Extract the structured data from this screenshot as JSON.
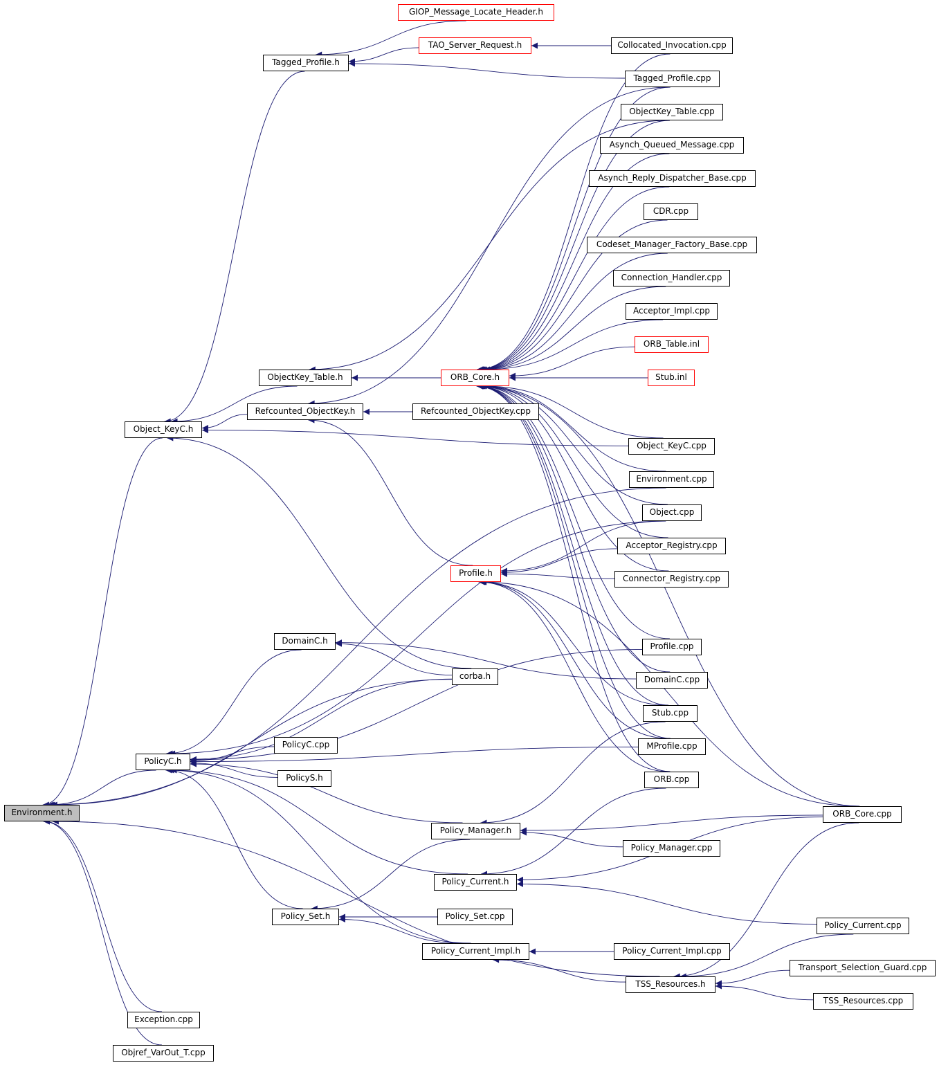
{
  "colors": {
    "edge": "#191970",
    "node_border": "#000000",
    "incomplete_border": "#ff0000",
    "root_fill": "#bfbfbf"
  },
  "nodes": [
    {
      "id": "environment_h",
      "label": "Environment.h",
      "style": "root"
    },
    {
      "id": "object_keyc_h",
      "label": "Object_KeyC.h",
      "style": "normal"
    },
    {
      "id": "tagged_profile_h",
      "label": "Tagged_Profile.h",
      "style": "normal"
    },
    {
      "id": "giop_message_locate_header_h",
      "label": "GIOP_Message_Locate_Header.h",
      "style": "incomplete"
    },
    {
      "id": "tao_server_request_h",
      "label": "TAO_Server_Request.h",
      "style": "incomplete"
    },
    {
      "id": "collocated_invocation_cpp",
      "label": "Collocated_Invocation.cpp",
      "style": "normal"
    },
    {
      "id": "tagged_profile_cpp",
      "label": "Tagged_Profile.cpp",
      "style": "normal"
    },
    {
      "id": "objectkey_table_cpp",
      "label": "ObjectKey_Table.cpp",
      "style": "normal"
    },
    {
      "id": "asynch_queued_message_cpp",
      "label": "Asynch_Queued_Message.cpp",
      "style": "normal"
    },
    {
      "id": "asynch_reply_dispatcher_base_cpp",
      "label": "Asynch_Reply_Dispatcher_Base.cpp",
      "style": "normal"
    },
    {
      "id": "cdr_cpp",
      "label": "CDR.cpp",
      "style": "normal"
    },
    {
      "id": "codeset_manager_factory_base_cpp",
      "label": "Codeset_Manager_Factory_Base.cpp",
      "style": "normal"
    },
    {
      "id": "connection_handler_cpp",
      "label": "Connection_Handler.cpp",
      "style": "normal"
    },
    {
      "id": "acceptor_impl_cpp",
      "label": "Acceptor_Impl.cpp",
      "style": "normal"
    },
    {
      "id": "orb_table_inl",
      "label": "ORB_Table.inl",
      "style": "incomplete"
    },
    {
      "id": "objectkey_table_h",
      "label": "ObjectKey_Table.h",
      "style": "normal"
    },
    {
      "id": "orb_core_h",
      "label": "ORB_Core.h",
      "style": "incomplete"
    },
    {
      "id": "stub_inl",
      "label": "Stub.inl",
      "style": "incomplete"
    },
    {
      "id": "refcounted_objectkey_h",
      "label": "Refcounted_ObjectKey.h",
      "style": "normal"
    },
    {
      "id": "refcounted_objectkey_cpp",
      "label": "Refcounted_ObjectKey.cpp",
      "style": "normal"
    },
    {
      "id": "object_keyc_cpp",
      "label": "Object_KeyC.cpp",
      "style": "normal"
    },
    {
      "id": "environment_cpp",
      "label": "Environment.cpp",
      "style": "normal"
    },
    {
      "id": "object_cpp",
      "label": "Object.cpp",
      "style": "normal"
    },
    {
      "id": "acceptor_registry_cpp",
      "label": "Acceptor_Registry.cpp",
      "style": "normal"
    },
    {
      "id": "profile_h",
      "label": "Profile.h",
      "style": "incomplete"
    },
    {
      "id": "connector_registry_cpp",
      "label": "Connector_Registry.cpp",
      "style": "normal"
    },
    {
      "id": "domainc_h",
      "label": "DomainC.h",
      "style": "normal"
    },
    {
      "id": "profile_cpp",
      "label": "Profile.cpp",
      "style": "normal"
    },
    {
      "id": "corba_h",
      "label": "corba.h",
      "style": "normal"
    },
    {
      "id": "domainc_cpp",
      "label": "DomainC.cpp",
      "style": "normal"
    },
    {
      "id": "stub_cpp",
      "label": "Stub.cpp",
      "style": "normal"
    },
    {
      "id": "policyc_cpp",
      "label": "PolicyC.cpp",
      "style": "normal"
    },
    {
      "id": "mprofile_cpp",
      "label": "MProfile.cpp",
      "style": "normal"
    },
    {
      "id": "policyc_h",
      "label": "PolicyC.h",
      "style": "normal"
    },
    {
      "id": "policys_h",
      "label": "PolicyS.h",
      "style": "normal"
    },
    {
      "id": "orb_cpp",
      "label": "ORB.cpp",
      "style": "normal"
    },
    {
      "id": "orb_core_cpp",
      "label": "ORB_Core.cpp",
      "style": "normal"
    },
    {
      "id": "policy_manager_h",
      "label": "Policy_Manager.h",
      "style": "normal"
    },
    {
      "id": "policy_manager_cpp",
      "label": "Policy_Manager.cpp",
      "style": "normal"
    },
    {
      "id": "policy_current_h",
      "label": "Policy_Current.h",
      "style": "normal"
    },
    {
      "id": "policy_set_h",
      "label": "Policy_Set.h",
      "style": "normal"
    },
    {
      "id": "policy_set_cpp",
      "label": "Policy_Set.cpp",
      "style": "normal"
    },
    {
      "id": "policy_current_cpp",
      "label": "Policy_Current.cpp",
      "style": "normal"
    },
    {
      "id": "policy_current_impl_h",
      "label": "Policy_Current_Impl.h",
      "style": "normal"
    },
    {
      "id": "policy_current_impl_cpp",
      "label": "Policy_Current_Impl.cpp",
      "style": "normal"
    },
    {
      "id": "transport_selection_guard_cpp",
      "label": "Transport_Selection_Guard.cpp",
      "style": "normal"
    },
    {
      "id": "tss_resources_h",
      "label": "TSS_Resources.h",
      "style": "normal"
    },
    {
      "id": "tss_resources_cpp",
      "label": "TSS_Resources.cpp",
      "style": "normal"
    },
    {
      "id": "exception_cpp",
      "label": "Exception.cpp",
      "style": "normal"
    },
    {
      "id": "objref_varout_t_cpp",
      "label": "Objref_VarOut_T.cpp",
      "style": "normal"
    }
  ],
  "edges": [
    [
      "object_keyc_h",
      "environment_h"
    ],
    [
      "policyc_h",
      "environment_h"
    ],
    [
      "corba_h",
      "environment_h"
    ],
    [
      "environment_cpp",
      "environment_h"
    ],
    [
      "tss_resources_h",
      "environment_h"
    ],
    [
      "exception_cpp",
      "environment_h"
    ],
    [
      "objref_varout_t_cpp",
      "environment_h"
    ],
    [
      "tagged_profile_h",
      "object_keyc_h"
    ],
    [
      "objectkey_table_h",
      "object_keyc_h"
    ],
    [
      "refcounted_objectkey_h",
      "object_keyc_h"
    ],
    [
      "object_keyc_cpp",
      "object_keyc_h"
    ],
    [
      "corba_h",
      "object_keyc_h"
    ],
    [
      "giop_message_locate_header_h",
      "tagged_profile_h"
    ],
    [
      "tao_server_request_h",
      "tagged_profile_h"
    ],
    [
      "tagged_profile_cpp",
      "tagged_profile_h"
    ],
    [
      "collocated_invocation_cpp",
      "tao_server_request_h"
    ],
    [
      "objectkey_table_cpp",
      "objectkey_table_h"
    ],
    [
      "orb_core_h",
      "objectkey_table_h"
    ],
    [
      "refcounted_objectkey_cpp",
      "refcounted_objectkey_h"
    ],
    [
      "tagged_profile_cpp",
      "refcounted_objectkey_h"
    ],
    [
      "profile_h",
      "refcounted_objectkey_h"
    ],
    [
      "collocated_invocation_cpp",
      "orb_core_h"
    ],
    [
      "tagged_profile_cpp",
      "orb_core_h"
    ],
    [
      "objectkey_table_cpp",
      "orb_core_h"
    ],
    [
      "asynch_queued_message_cpp",
      "orb_core_h"
    ],
    [
      "asynch_reply_dispatcher_base_cpp",
      "orb_core_h"
    ],
    [
      "cdr_cpp",
      "orb_core_h"
    ],
    [
      "codeset_manager_factory_base_cpp",
      "orb_core_h"
    ],
    [
      "connection_handler_cpp",
      "orb_core_h"
    ],
    [
      "acceptor_impl_cpp",
      "orb_core_h"
    ],
    [
      "orb_table_inl",
      "orb_core_h"
    ],
    [
      "stub_inl",
      "orb_core_h"
    ],
    [
      "object_keyc_cpp",
      "orb_core_h"
    ],
    [
      "environment_cpp",
      "orb_core_h"
    ],
    [
      "object_cpp",
      "orb_core_h"
    ],
    [
      "acceptor_registry_cpp",
      "orb_core_h"
    ],
    [
      "connector_registry_cpp",
      "orb_core_h"
    ],
    [
      "profile_cpp",
      "orb_core_h"
    ],
    [
      "domainc_cpp",
      "orb_core_h"
    ],
    [
      "stub_cpp",
      "orb_core_h"
    ],
    [
      "mprofile_cpp",
      "orb_core_h"
    ],
    [
      "orb_cpp",
      "orb_core_h"
    ],
    [
      "orb_core_cpp",
      "orb_core_h"
    ],
    [
      "acceptor_registry_cpp",
      "profile_h"
    ],
    [
      "connector_registry_cpp",
      "profile_h"
    ],
    [
      "object_cpp",
      "profile_h"
    ],
    [
      "orb_core_cpp",
      "profile_h"
    ],
    [
      "stub_cpp",
      "profile_h"
    ],
    [
      "mprofile_cpp",
      "profile_h"
    ],
    [
      "orb_cpp",
      "profile_h"
    ],
    [
      "corba_h",
      "domainc_h"
    ],
    [
      "domainc_cpp",
      "domainc_h"
    ],
    [
      "domainc_h",
      "policyc_h"
    ],
    [
      "corba_h",
      "policyc_h"
    ],
    [
      "profile_cpp",
      "policyc_h"
    ],
    [
      "object_cpp",
      "policyc_h"
    ],
    [
      "mprofile_cpp",
      "policyc_h"
    ],
    [
      "policyc_cpp",
      "policyc_h"
    ],
    [
      "policys_h",
      "policyc_h"
    ],
    [
      "policy_manager_h",
      "policyc_h"
    ],
    [
      "policy_current_h",
      "policyc_h"
    ],
    [
      "policy_set_h",
      "policyc_h"
    ],
    [
      "policy_current_impl_h",
      "policyc_h"
    ],
    [
      "stub_cpp",
      "policy_manager_h"
    ],
    [
      "orb_core_cpp",
      "policy_manager_h"
    ],
    [
      "policy_manager_cpp",
      "policy_manager_h"
    ],
    [
      "orb_cpp",
      "policy_current_h"
    ],
    [
      "orb_core_cpp",
      "policy_current_h"
    ],
    [
      "policy_current_cpp",
      "policy_current_h"
    ],
    [
      "policy_manager_h",
      "policy_set_h"
    ],
    [
      "policy_set_cpp",
      "policy_set_h"
    ],
    [
      "policy_current_impl_h",
      "policy_set_h"
    ],
    [
      "policy_current_impl_cpp",
      "policy_current_impl_h"
    ],
    [
      "tss_resources_h",
      "policy_current_impl_h"
    ],
    [
      "orb_core_cpp",
      "tss_resources_h"
    ],
    [
      "policy_current_cpp",
      "tss_resources_h"
    ],
    [
      "transport_selection_guard_cpp",
      "tss_resources_h"
    ],
    [
      "tss_resources_cpp",
      "tss_resources_h"
    ]
  ]
}
